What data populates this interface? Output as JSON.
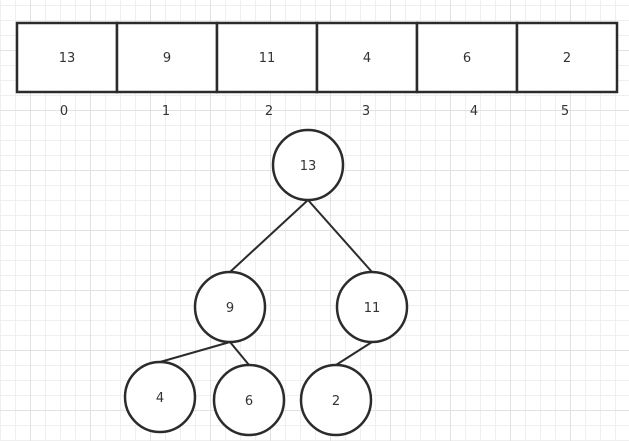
{
  "array": {
    "cells": [
      "13",
      "9",
      "11",
      "4",
      "6",
      "2"
    ],
    "indices": [
      "0",
      "1",
      "2",
      "3",
      "4",
      "5"
    ]
  },
  "tree": {
    "nodes": [
      {
        "id": "n0",
        "label": "13"
      },
      {
        "id": "n1",
        "label": "9"
      },
      {
        "id": "n2",
        "label": "11"
      },
      {
        "id": "n3",
        "label": "4"
      },
      {
        "id": "n4",
        "label": "6"
      },
      {
        "id": "n5",
        "label": "2"
      }
    ],
    "edges": [
      [
        "n0",
        "n1"
      ],
      [
        "n0",
        "n2"
      ],
      [
        "n1",
        "n3"
      ],
      [
        "n1",
        "n4"
      ],
      [
        "n2",
        "n5"
      ]
    ]
  },
  "colors": {
    "stroke": "#2b2b2b",
    "text": "#333333"
  }
}
